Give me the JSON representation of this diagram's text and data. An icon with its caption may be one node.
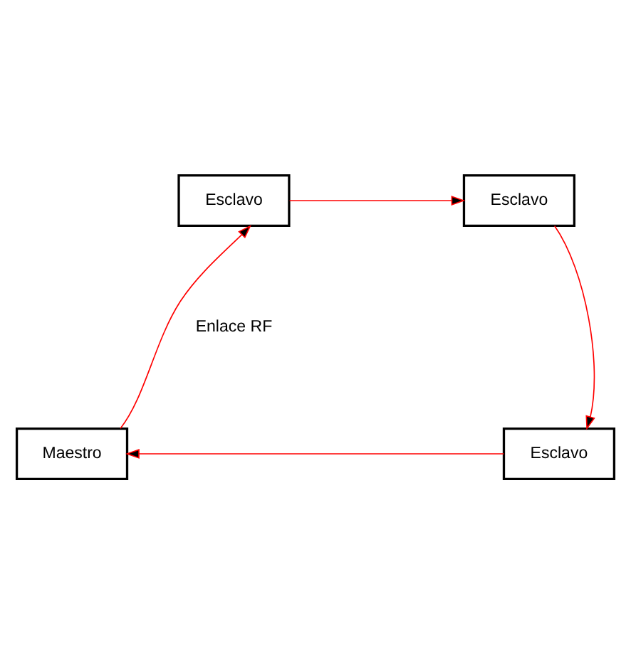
{
  "diagram": {
    "nodes": [
      {
        "text": [
          "Esclavo"
        ]
      },
      {
        "text": [
          "Esclavo"
        ]
      },
      {
        "text": [
          "Maestro"
        ]
      },
      {
        "text": [
          "Esclavo"
        ]
      }
    ],
    "edges": [
      {
        "from": 2,
        "to": 0,
        "arrow": "to"
      },
      {
        "from": 0,
        "to": 1,
        "arrow": "to"
      },
      {
        "from": 1,
        "to": 3,
        "arrow": "to"
      },
      {
        "from": 3,
        "to": 2,
        "arrow": "to"
      }
    ],
    "labels": [
      "Enlace RF"
    ]
  }
}
